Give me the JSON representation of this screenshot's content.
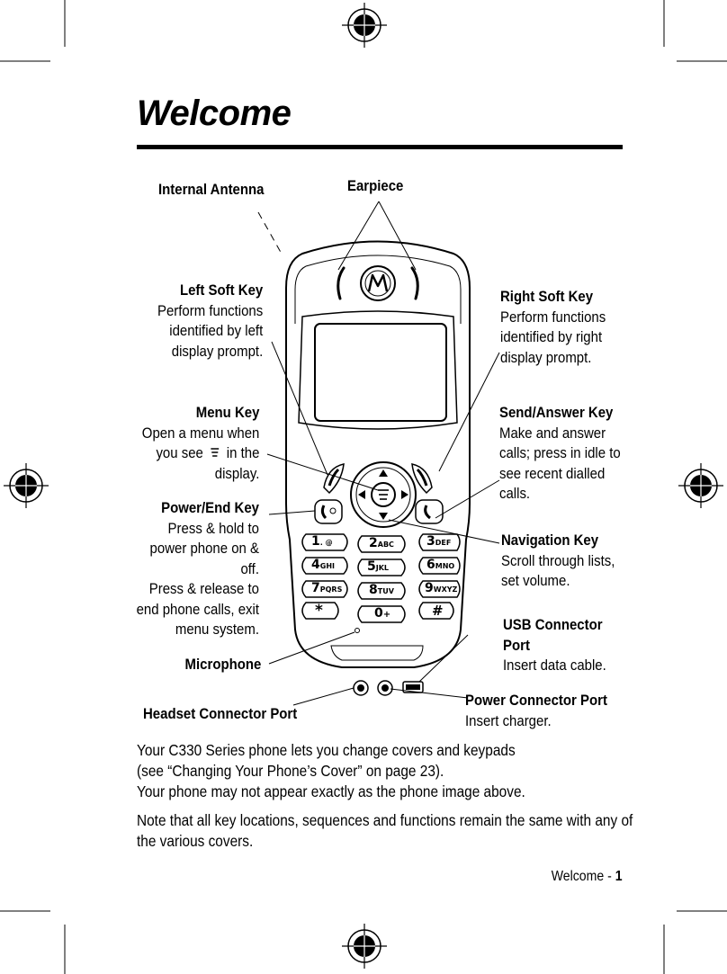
{
  "page": {
    "title": "Welcome",
    "footer_section": "Welcome -",
    "footer_page": "1"
  },
  "labels": {
    "internal_antenna": "Internal Antenna",
    "earpiece": "Earpiece",
    "left_soft_key": {
      "heading": "Left Soft Key",
      "lines": [
        "Perform functions",
        "identified by left",
        "display prompt."
      ]
    },
    "right_soft_key": {
      "heading": "Right Soft Key",
      "lines": [
        "Perform functions",
        "identified by right",
        "display prompt."
      ]
    },
    "menu_key": {
      "heading": "Menu Key",
      "line1": "Open a menu when",
      "line2_before": "you see",
      "line2_after": "in the",
      "line3": "display."
    },
    "send_answer_key": {
      "heading": "Send/Answer Key",
      "lines": [
        "Make and answer",
        "calls; press in idle to",
        "see recent dialled",
        "calls."
      ]
    },
    "power_end_key": {
      "heading": "Power/End Key",
      "lines": [
        "Press & hold to",
        "power phone on &",
        "off.",
        "Press & release to",
        "end phone calls, exit",
        "menu system."
      ]
    },
    "navigation_key": {
      "heading": "Navigation Key",
      "lines": [
        "Scroll through lists,",
        "set volume."
      ]
    },
    "usb_connector_port": {
      "heading_lines": [
        "USB Connector",
        "Port"
      ],
      "lines": [
        "Insert data cable."
      ]
    },
    "microphone": "Microphone",
    "headset_connector_port": "Headset Connector Port",
    "power_connector_port": {
      "heading": "Power Connector Port",
      "lines": [
        "Insert charger."
      ]
    }
  },
  "keypad": {
    "k1": "1",
    "k1_sub": ". @",
    "k2": "2",
    "k2_sub": "ABC",
    "k3": "3",
    "k3_sub": "DEF",
    "k4": "4",
    "k4_sub": "GHI",
    "k5": "5",
    "k5_sub": "JKL",
    "k6": "6",
    "k6_sub": "MNO",
    "k7": "7",
    "k7_sub": "PQRS",
    "k8": "8",
    "k8_sub": "TUV",
    "k9": "9",
    "k9_sub": "WXYZ",
    "kstar": "*",
    "k0": "0",
    "k0_sub": "+",
    "khash": "#"
  },
  "body": {
    "para1": [
      "Your C330 Series phone lets you change covers and keypads",
      "(see “Changing Your Phone’s Cover” on page 23).",
      "Your phone may not appear exactly as the phone image above."
    ],
    "para2": [
      "Note that all key locations, sequences and functions remain the same with any of",
      "the various covers."
    ]
  }
}
